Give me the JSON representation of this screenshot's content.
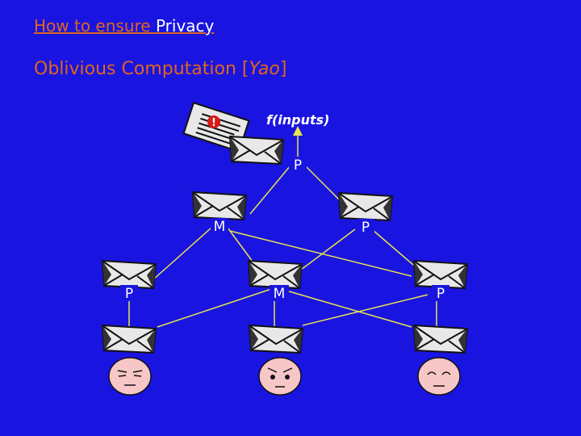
{
  "slide": {
    "title_part1": "How to ensure ",
    "title_part2": "Privacy",
    "subtitle_main": "Oblivious Computation [",
    "subtitle_ref": "Yao",
    "subtitle_end": "]"
  },
  "diagram": {
    "result_label": "f(inputs)",
    "root_label": "P",
    "level1_labels": [
      "M",
      "P"
    ],
    "level2_labels": [
      "P",
      "M",
      "P"
    ],
    "key_badge": "!",
    "colors": {
      "background": "#1a14e0",
      "accent": "#e0661a",
      "line": "#e6e64c",
      "envelope": "#e8e8e8",
      "face": "#f7c6c6",
      "badge": "#d81a1a"
    }
  }
}
